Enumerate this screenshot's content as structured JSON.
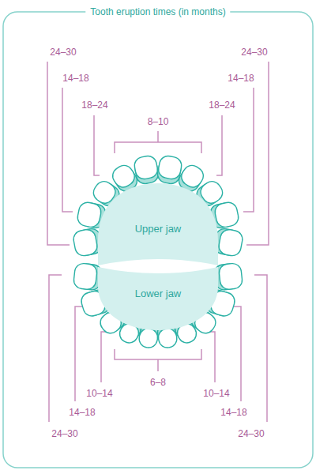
{
  "diagram": {
    "title": "Tooth eruption times (in months)",
    "nodes": [
      {
        "text": [
          "Upper jaw"
        ]
      },
      {
        "text": [
          "Lower jaw"
        ]
      }
    ],
    "labels": [
      "24–30",
      "24–30",
      "14–18",
      "14–18",
      "18–24",
      "18–24",
      "8–10",
      "6–8",
      "10–14",
      "10–14",
      "14–18",
      "14–18",
      "24–30",
      "24–30"
    ]
  }
}
